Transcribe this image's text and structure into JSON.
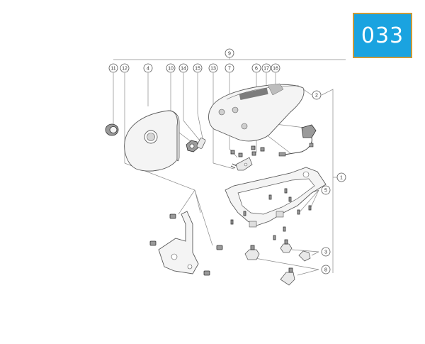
{
  "page_badge": "033",
  "callouts": {
    "c1": "1",
    "c2": "2",
    "c3": "3",
    "c4": "4",
    "c5": "5",
    "c6": "6",
    "c7": "7",
    "c8": "8",
    "c9": "9",
    "c10": "10",
    "c11": "11",
    "c12": "12",
    "c13": "13",
    "c14": "14",
    "c15": "15",
    "c16": "16",
    "c17": "17"
  },
  "colors": {
    "badge_bg": "#1aa3e0",
    "badge_border": "#c99a3a"
  }
}
